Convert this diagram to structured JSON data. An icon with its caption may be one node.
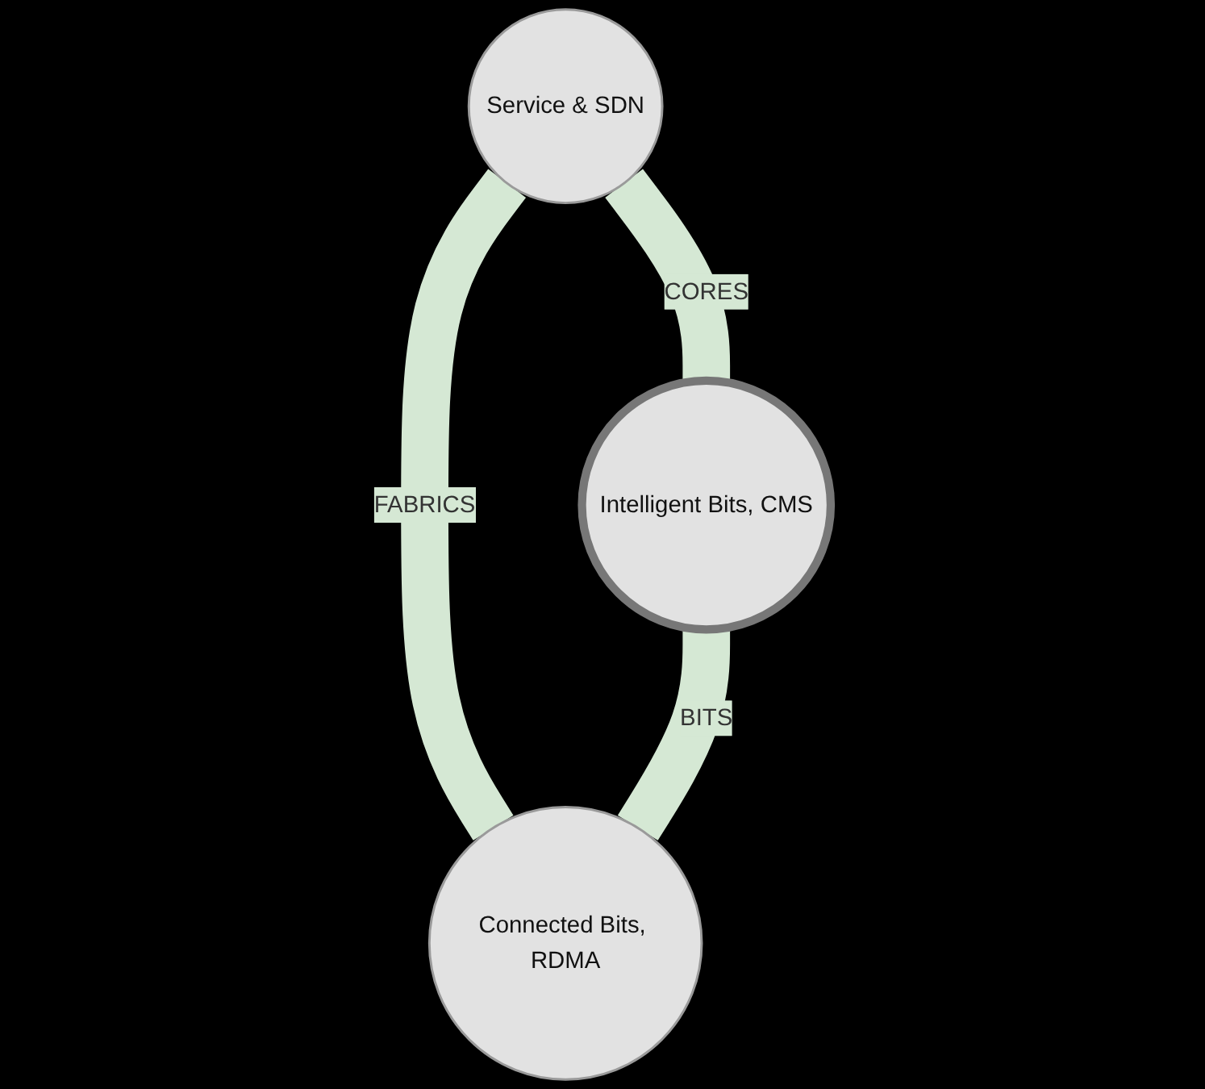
{
  "diagram": {
    "nodes": [
      {
        "text": [
          "Service & SDN"
        ]
      },
      {
        "text": [
          "Intelligent Bits, CMS"
        ]
      },
      {
        "text": [
          "Connected Bits, RDMA"
        ]
      }
    ],
    "edges": [
      {
        "from": 0,
        "to": 1,
        "arrow": "none",
        "label": "CORES"
      },
      {
        "from": 0,
        "to": 2,
        "arrow": "none",
        "label": "FABRICS"
      },
      {
        "from": 1,
        "to": 2,
        "arrow": "none",
        "label": "BITS"
      }
    ]
  }
}
